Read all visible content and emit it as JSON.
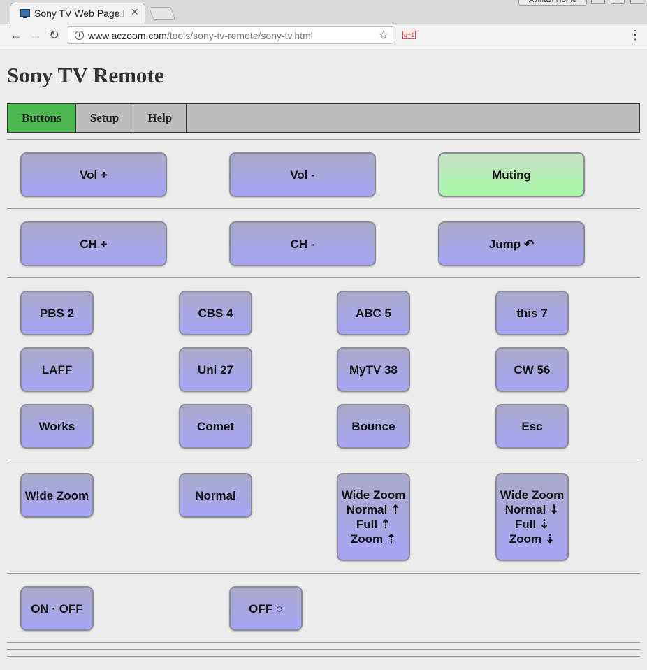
{
  "browser": {
    "tab_title": "Sony TV Web Page I",
    "close_glyph": "✕",
    "url_host": "www.aczoom.com",
    "url_path": "/tools/sony-tv-remote/sony-tv.html",
    "user_name": "AvinashHome",
    "gplus_label": "g+1",
    "back_glyph": "←",
    "forward_glyph": "→",
    "reload_glyph": "↻",
    "star_glyph": "☆",
    "menu_glyph": "⋮",
    "info_glyph": "i"
  },
  "page": {
    "title": "Sony TV Remote",
    "tabs": [
      {
        "label": "Buttons",
        "active": true
      },
      {
        "label": "Setup",
        "active": false
      },
      {
        "label": "Help",
        "active": false
      }
    ]
  },
  "buttons": {
    "vol_up": "Vol +",
    "vol_down": "Vol -",
    "muting": "Muting",
    "ch_up": "CH +",
    "ch_down": "CH -",
    "jump": "Jump ↶",
    "channels": [
      "PBS 2",
      "CBS 4",
      "ABC 5",
      "this 7",
      "LAFF",
      "Uni 27",
      "MyTV 38",
      "CW 56",
      "Works",
      "Comet",
      "Bounce",
      "Esc"
    ],
    "wide_zoom": "Wide Zoom",
    "normal": "Normal",
    "cycle_up": [
      "Wide Zoom",
      "Normal ⇡",
      "Full ⇡",
      "Zoom ⇡"
    ],
    "cycle_down": [
      "Wide Zoom",
      "Normal ⇣",
      "Full ⇣",
      "Zoom ⇣"
    ],
    "on_off": "ON · OFF",
    "off": "OFF ○"
  },
  "colors": {
    "button_bg": "#a5a5f5",
    "muting_bg": "#a6f7a6",
    "active_tab": "#4cb84f",
    "nav_bg": "#bdbdbd"
  }
}
